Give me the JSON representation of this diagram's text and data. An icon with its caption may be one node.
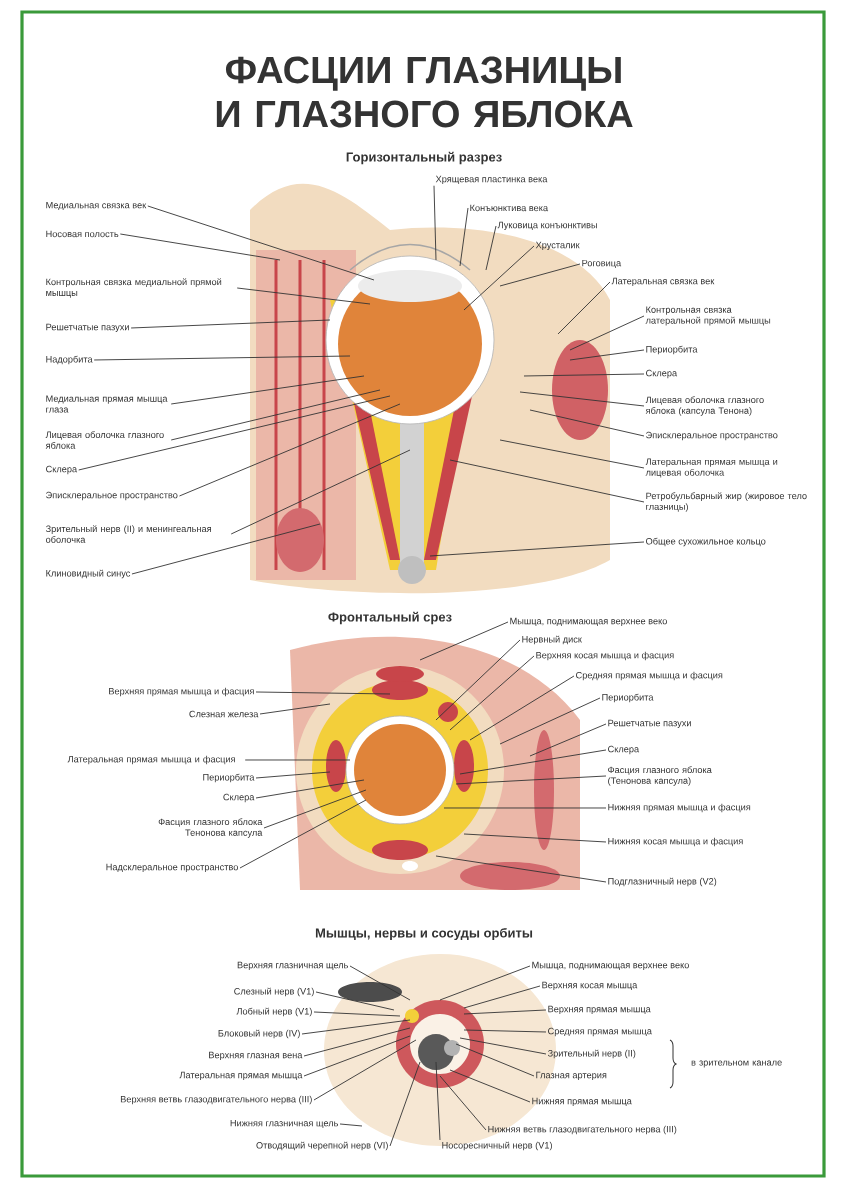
{
  "diagram": {
    "title": "ФАСЦИИ ГЛАЗНИЦЫ И ГЛАЗНОГО ЯБЛОКА",
    "nodes": [
      {
        "text": [
          "Медиальная связка век"
        ]
      },
      {
        "text": [
          "Носовая полость"
        ]
      },
      {
        "text": [
          "Контрольная связка медиальной прямой мышцы"
        ]
      },
      {
        "text": [
          "Решетчатые пазухи"
        ]
      },
      {
        "text": [
          "Надорбита"
        ]
      },
      {
        "text": [
          "Медиальная прямая мышца глаза"
        ]
      },
      {
        "text": [
          "Лицевая оболочка глазного яблока"
        ]
      },
      {
        "text": [
          "Склера"
        ]
      },
      {
        "text": [
          "Эписклеральное пространство"
        ]
      },
      {
        "text": [
          "Зрительный нерв (II) и менингеальная оболочка"
        ]
      },
      {
        "text": [
          "Клиновидный синус"
        ]
      },
      {
        "text": [
          "Хрящевая пластинка века"
        ]
      },
      {
        "text": [
          "Конъюнктива века"
        ]
      },
      {
        "text": [
          "Луковица конъюнктивы"
        ]
      },
      {
        "text": [
          "Хрусталик"
        ]
      },
      {
        "text": [
          "Роговица"
        ]
      },
      {
        "text": [
          "Латеральная связка век"
        ]
      },
      {
        "text": [
          "Контрольная связка латеральной прямой мышцы"
        ]
      },
      {
        "text": [
          "Периорбита"
        ]
      },
      {
        "text": [
          "Склера"
        ]
      },
      {
        "text": [
          "Лицевая оболочка глазного яблока (капсула Тенона)"
        ]
      },
      {
        "text": [
          "Эписклеральное пространство"
        ]
      },
      {
        "text": [
          "Латеральная прямая мышца и лицевая оболочка"
        ]
      },
      {
        "text": [
          "Ретробульбарный жир (жировое тело глазницы)"
        ]
      },
      {
        "text": [
          "Общее сухожильное кольцо"
        ]
      },
      {
        "text": [
          "Верхняя прямая мышца и фасция"
        ]
      },
      {
        "text": [
          "Слезная железа"
        ]
      },
      {
        "text": [
          "Латеральная прямая мышца и фасция"
        ]
      },
      {
        "text": [
          "Периорбита"
        ]
      },
      {
        "text": [
          "Склера"
        ]
      },
      {
        "text": [
          "Фасция глазного яблока Тенонова капсула"
        ]
      },
      {
        "text": [
          "Надсклеральное пространство"
        ]
      },
      {
        "text": [
          "Мышца, поднимающая верхнее веко"
        ]
      },
      {
        "text": [
          "Нервный диск"
        ]
      },
      {
        "text": [
          "Верхняя косая мышца и фасция"
        ]
      },
      {
        "text": [
          "Средняя прямая мышца и фасция"
        ]
      },
      {
        "text": [
          "Периорбита"
        ]
      },
      {
        "text": [
          "Решетчатые пазухи"
        ]
      },
      {
        "text": [
          "Склера"
        ]
      },
      {
        "text": [
          "Фасция глазного яблока (Тенонова капсула)"
        ]
      },
      {
        "text": [
          "Нижняя прямая мышца и фасция"
        ]
      },
      {
        "text": [
          "Нижняя косая мышца и фасция"
        ]
      },
      {
        "text": [
          "Подглазничный нерв (V2)"
        ]
      },
      {
        "text": [
          "Верхняя глазничная щель"
        ]
      },
      {
        "text": [
          "Слезный нерв (V1)"
        ]
      },
      {
        "text": [
          "Лобный нерв (V1)"
        ]
      },
      {
        "text": [
          "Блоковый нерв (IV)"
        ]
      },
      {
        "text": [
          "Верхняя глазная вена"
        ]
      },
      {
        "text": [
          "Латеральная прямая мышца"
        ]
      },
      {
        "text": [
          "Верхняя ветвь глазодвигательного нерва (III)"
        ]
      },
      {
        "text": [
          "Нижняя глазничная щель"
        ]
      },
      {
        "text": [
          "Отводящий черепной нерв (VI)"
        ]
      },
      {
        "text": [
          "Мышца, поднимающая верхнее веко"
        ]
      },
      {
        "text": [
          "Верхняя косая мышца"
        ]
      },
      {
        "text": [
          "Верхняя прямая мышца"
        ]
      },
      {
        "text": [
          "Средняя прямая мышца"
        ]
      },
      {
        "text": [
          "Зрительный нерв (II)"
        ]
      },
      {
        "text": [
          "Глазная артерия"
        ]
      },
      {
        "text": [
          "Нижняя прямая мышца"
        ]
      },
      {
        "text": [
          "Нижняя ветвь глазодвигательного нерва (III)"
        ]
      },
      {
        "text": [
          "Носоресничный нерв (V1)"
        ]
      }
    ],
    "edges": [
      {
        "from": 0,
        "to": null,
        "arrow": "none"
      },
      {
        "from": 1,
        "to": null,
        "arrow": "none"
      },
      {
        "from": 2,
        "to": null,
        "arrow": "none"
      },
      {
        "from": 3,
        "to": null,
        "arrow": "none"
      },
      {
        "from": 4,
        "to": null,
        "arrow": "none"
      },
      {
        "from": 5,
        "to": null,
        "arrow": "none"
      },
      {
        "from": 6,
        "to": null,
        "arrow": "none"
      },
      {
        "from": 7,
        "to": null,
        "arrow": "none"
      },
      {
        "from": 8,
        "to": null,
        "arrow": "none"
      },
      {
        "from": 9,
        "to": null,
        "arrow": "none"
      },
      {
        "from": 10,
        "to": null,
        "arrow": "none"
      },
      {
        "from": 11,
        "to": null,
        "arrow": "none"
      },
      {
        "from": 12,
        "to": null,
        "arrow": "none"
      },
      {
        "from": 13,
        "to": null,
        "arrow": "none"
      },
      {
        "from": 14,
        "to": null,
        "arrow": "none"
      },
      {
        "from": 15,
        "to": null,
        "arrow": "none"
      },
      {
        "from": 16,
        "to": null,
        "arrow": "none"
      },
      {
        "from": 17,
        "to": null,
        "arrow": "none"
      },
      {
        "from": 18,
        "to": null,
        "arrow": "none"
      },
      {
        "from": 19,
        "to": null,
        "arrow": "none"
      },
      {
        "from": 20,
        "to": null,
        "arrow": "none"
      },
      {
        "from": 21,
        "to": null,
        "arrow": "none"
      },
      {
        "from": 22,
        "to": null,
        "arrow": "none"
      },
      {
        "from": 23,
        "to": null,
        "arrow": "none"
      },
      {
        "from": 24,
        "to": null,
        "arrow": "none"
      },
      {
        "from": 25,
        "to": null,
        "arrow": "none"
      },
      {
        "from": 26,
        "to": null,
        "arrow": "none"
      },
      {
        "from": 27,
        "to": null,
        "arrow": "none"
      },
      {
        "from": 28,
        "to": null,
        "arrow": "none"
      },
      {
        "from": 29,
        "to": null,
        "arrow": "none"
      },
      {
        "from": 30,
        "to": null,
        "arrow": "none"
      },
      {
        "from": 31,
        "to": null,
        "arrow": "none"
      },
      {
        "from": 32,
        "to": null,
        "arrow": "none"
      },
      {
        "from": 33,
        "to": null,
        "arrow": "none"
      },
      {
        "from": 34,
        "to": null,
        "arrow": "none"
      },
      {
        "from": 35,
        "to": null,
        "arrow": "none"
      },
      {
        "from": 36,
        "to": null,
        "arrow": "none"
      },
      {
        "from": 37,
        "to": null,
        "arrow": "none"
      },
      {
        "from": 38,
        "to": null,
        "arrow": "none"
      },
      {
        "from": 39,
        "to": null,
        "arrow": "none"
      },
      {
        "from": 40,
        "to": null,
        "arrow": "none"
      },
      {
        "from": 41,
        "to": null,
        "arrow": "none"
      },
      {
        "from": 42,
        "to": null,
        "arrow": "none"
      },
      {
        "from": 43,
        "to": null,
        "arrow": "none"
      },
      {
        "from": 44,
        "to": null,
        "arrow": "none"
      },
      {
        "from": 45,
        "to": null,
        "arrow": "none"
      },
      {
        "from": 46,
        "to": null,
        "arrow": "none"
      },
      {
        "from": 47,
        "to": null,
        "arrow": "none"
      },
      {
        "from": 48,
        "to": null,
        "arrow": "none"
      },
      {
        "from": 49,
        "to": null,
        "arrow": "none"
      },
      {
        "from": 50,
        "to": null,
        "arrow": "none"
      },
      {
        "from": 51,
        "to": null,
        "arrow": "none"
      },
      {
        "from": 52,
        "to": null,
        "arrow": "none"
      },
      {
        "from": 53,
        "to": null,
        "arrow": "none"
      },
      {
        "from": 54,
        "to": null,
        "arrow": "none"
      },
      {
        "from": 55,
        "to": null,
        "arrow": "none"
      },
      {
        "from": 56,
        "to": null,
        "arrow": "none"
      },
      {
        "from": 57,
        "to": null,
        "arrow": "none"
      },
      {
        "from": 58,
        "to": null,
        "arrow": "none"
      },
      {
        "from": 59,
        "to": null,
        "arrow": "none"
      },
      {
        "from": 60,
        "to": null,
        "arrow": "none"
      }
    ],
    "labels": [
      "Горизонтальный разрез",
      "Фронтальный срез",
      "Мышцы, нервы и сосуды орбиты",
      "в зрительном канале"
    ]
  }
}
